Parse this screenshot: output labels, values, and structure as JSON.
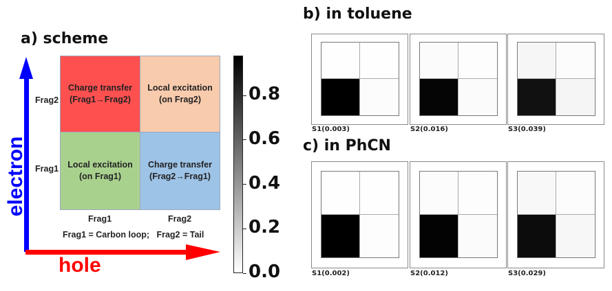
{
  "chart_data": [
    {
      "type": "table",
      "title": "a) scheme",
      "xlabel": "hole",
      "ylabel": "electron",
      "x_categories": [
        "Frag1",
        "Frag2"
      ],
      "y_categories": [
        "Frag1",
        "Frag2"
      ],
      "cells": [
        {
          "hole": "Frag1",
          "electron": "Frag2",
          "text": "Charge transfer\n(Frag1→Frag2)",
          "color": "#ff5050"
        },
        {
          "hole": "Frag2",
          "electron": "Frag2",
          "text": "Local excitation\n(on Frag2)",
          "color": "#f8cbad"
        },
        {
          "hole": "Frag1",
          "electron": "Frag1",
          "text": "Local excitation\n(on Frag1)",
          "color": "#a9d18e"
        },
        {
          "hole": "Frag2",
          "electron": "Frag1",
          "text": "Charge transfer\n(Frag2→Frag1)",
          "color": "#9dc3e6"
        }
      ],
      "footnote": "Frag1 = Carbon loop;   Frag2 = Tail",
      "axis_colors": {
        "electron": "#0000ff",
        "hole": "#ff0000"
      }
    },
    {
      "type": "heatmap",
      "title": "b) in toluene",
      "colorbar": {
        "range": [
          0.0,
          0.98
        ],
        "ticks": [
          "0.0",
          "0.2",
          "0.4",
          "0.6",
          "0.8"
        ],
        "colormap": "white-to-black"
      },
      "panels": [
        {
          "label": "S1(0.003)",
          "values": [
            [
              0.003,
              0.002
            ],
            [
              0.985,
              0.01
            ]
          ]
        },
        {
          "label": "S2(0.016)",
          "values": [
            [
              0.016,
              0.008
            ],
            [
              0.96,
              0.016
            ]
          ]
        },
        {
          "label": "S3(0.039)",
          "values": [
            [
              0.035,
              0.012
            ],
            [
              0.915,
              0.039
            ]
          ]
        }
      ],
      "value_layout": "rows top-to-bottom: electron Frag2, electron Frag1; columns: hole Frag1, hole Frag2"
    },
    {
      "type": "heatmap",
      "title": "c) in PhCN",
      "colorbar": {
        "range": [
          0.0,
          0.98
        ],
        "ticks": [
          "0.0",
          "0.2",
          "0.4",
          "0.6",
          "0.8"
        ],
        "colormap": "white-to-black"
      },
      "panels": [
        {
          "label": "S1(0.002)",
          "values": [
            [
              0.003,
              0.002
            ],
            [
              0.988,
              0.008
            ]
          ]
        },
        {
          "label": "S2(0.012)",
          "values": [
            [
              0.012,
              0.006
            ],
            [
              0.968,
              0.014
            ]
          ]
        },
        {
          "label": "S3(0.029)",
          "values": [
            [
              0.026,
              0.01
            ],
            [
              0.935,
              0.029
            ]
          ]
        }
      ],
      "value_layout": "rows top-to-bottom: electron Frag2, electron Frag1; columns: hole Frag1, hole Frag2"
    }
  ],
  "colorbar": {
    "ticks": [
      "0.0",
      "0.2",
      "0.4",
      "0.6",
      "0.8"
    ],
    "tick_values": [
      0.0,
      0.2,
      0.4,
      0.6,
      0.8
    ],
    "max": 0.98
  }
}
